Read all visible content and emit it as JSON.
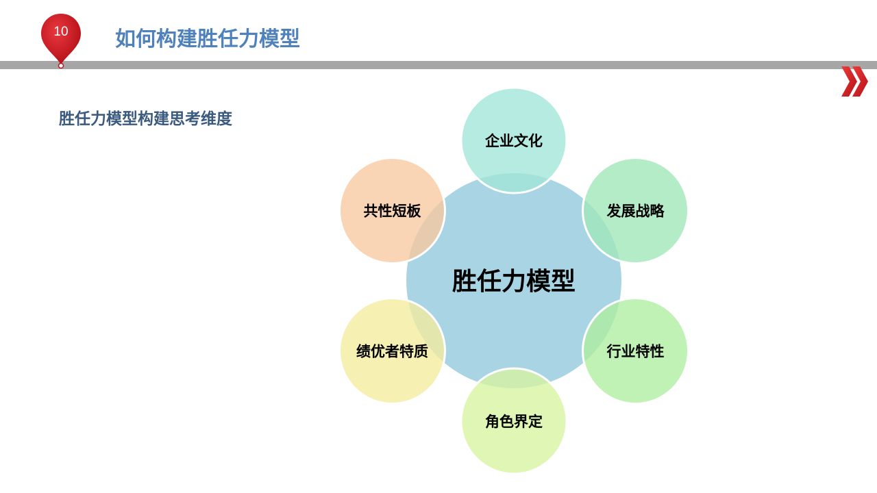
{
  "header": {
    "page_number": "10",
    "title": "如何构建胜任力模型"
  },
  "subtitle": "胜任力模型构建思考维度",
  "diagram": {
    "center": "胜任力模型",
    "nodes": [
      {
        "label": "企业文化",
        "color": "#a0e6d8"
      },
      {
        "label": "发展战略",
        "color": "#9fe7b9"
      },
      {
        "label": "行业特性",
        "color": "#aeeea0"
      },
      {
        "label": "角色界定",
        "color": "#d6f3a0"
      },
      {
        "label": "绩优者特质",
        "color": "#f3ec9e"
      },
      {
        "label": "共性短板",
        "color": "#f7c8a0"
      }
    ],
    "center_color": "#a9d4e3"
  },
  "colors": {
    "accent_red": "#c0111a",
    "title_blue": "#4f81bd",
    "bar_gray": "#a6a6a6"
  },
  "icons": {
    "page_marker": "map-pin-icon",
    "next": "double-chevron-right-icon"
  }
}
